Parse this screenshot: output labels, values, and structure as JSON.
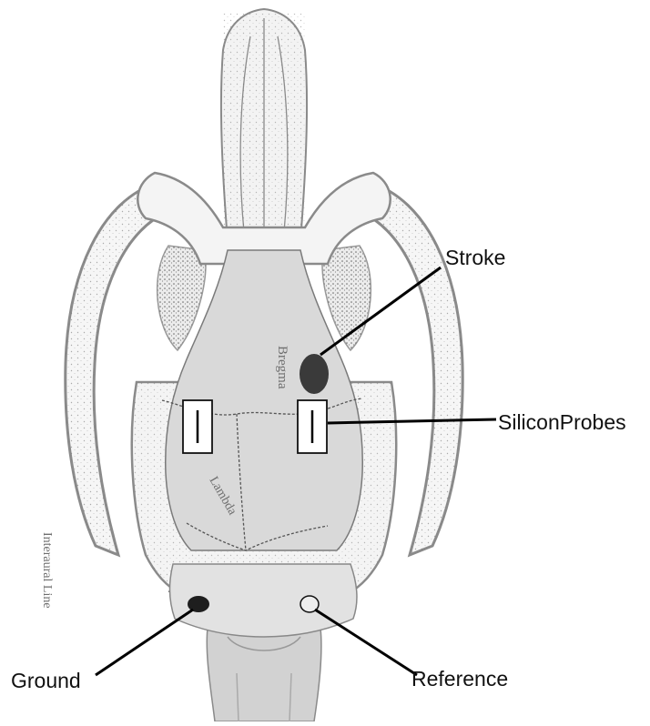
{
  "labels": {
    "stroke": "Stroke",
    "silicon_probes": "SiliconProbes",
    "ground": "Ground",
    "reference": "Reference"
  },
  "skull_annotations": {
    "bregma": "Bregma",
    "lambda": "Lambda",
    "interaural_line": "Interaural Line"
  },
  "colors": {
    "stroke_marker": "#3a3a3a",
    "ground_marker": "#1e1e1e",
    "reference_marker": "#e8e8e8",
    "bone_line": "#8a8a8a",
    "brain_fill": "#d9d9d9"
  }
}
